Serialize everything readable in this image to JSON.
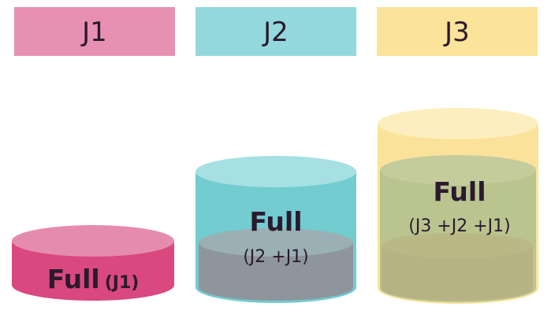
{
  "headers": [
    {
      "label": "J1",
      "color": "#e890b2"
    },
    {
      "label": "J2",
      "color": "#93d8dc"
    },
    {
      "label": "J3",
      "color": "#fbe39a"
    }
  ],
  "cylinders": [
    {
      "main": "Full",
      "sub": "(J1)"
    },
    {
      "main": "Full",
      "sub": "(J2 +J1)"
    },
    {
      "main": "Full",
      "sub": "(J3 +J2 +J1)"
    }
  ],
  "colors": {
    "j1_body": "#d9487f",
    "j1_top": "#e58cae",
    "j2_body": "#72ccd0",
    "j2_top": "#a6e0e3",
    "j2_inner": "#8f959c",
    "j3_body": "#fbe29a",
    "j3_top": "#fdeebf",
    "j3_mid": "#b9c48f",
    "j3_inner": "#b7b284",
    "text": "#2b1a2e"
  }
}
